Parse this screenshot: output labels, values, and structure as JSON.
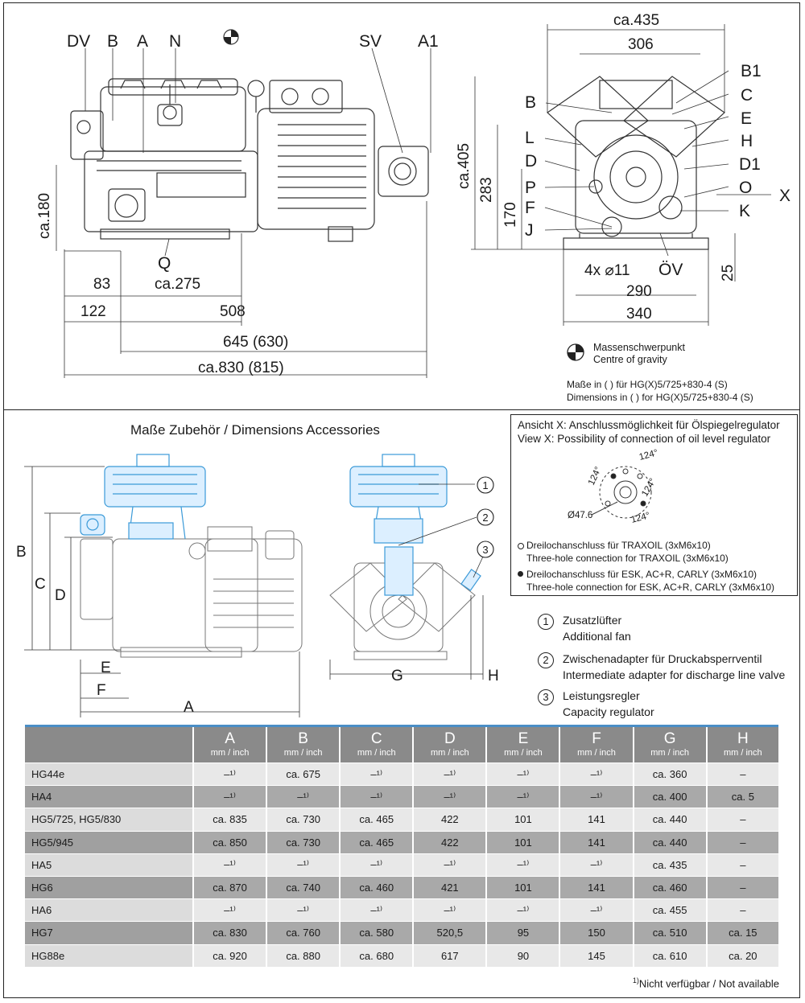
{
  "side_view": {
    "labels": {
      "dv": "DV",
      "b": "B",
      "a": "A",
      "n": "N",
      "sv": "SV",
      "a1": "A1",
      "q": "Q"
    },
    "dims": {
      "ca180": "ca.180",
      "d83": "83",
      "ca275": "ca.275",
      "d122": "122",
      "d508": "508",
      "d645": "645 (630)",
      "ca830": "ca.830 (815)"
    }
  },
  "front_view": {
    "labels": {
      "b1": "B1",
      "b": "B",
      "c": "C",
      "e": "E",
      "l": "L",
      "h": "H",
      "d": "D",
      "d1": "D1",
      "p": "P",
      "o": "O",
      "x": "X",
      "f": "F",
      "k": "K",
      "j": "J",
      "ov": "ÖV"
    },
    "dims": {
      "ca435": "ca.435",
      "d306": "306",
      "ca405": "ca.405",
      "d283": "283",
      "d170": "170",
      "holes": "4x ⌀11",
      "d290": "290",
      "d340": "340",
      "d25": "25"
    }
  },
  "cog_note": {
    "de": "Massenschwerpunkt",
    "en": "Centre of gravity"
  },
  "dim_note": {
    "de": "Maße in ( ) für HG(X)5/725+830-4 (S)",
    "en": "Dimensions in ( ) for HG(X)5/725+830-4 (S)"
  },
  "accessories": {
    "title": "Maße Zubehör / Dimensions Accessories",
    "dim_letters": {
      "a": "A",
      "b": "B",
      "c": "C",
      "d": "D",
      "e": "E",
      "f": "F",
      "g": "G",
      "h": "H"
    },
    "callouts": {
      "c1": "1",
      "c2": "2",
      "c3": "3"
    }
  },
  "view_x": {
    "line1": "Ansicht X: Anschlussmöglichkeit für Ölspiegelregulator",
    "line2": "View X: Possibility of connection of oil level regulator",
    "angle1": "124°",
    "angle2": "124°",
    "angle3": "124°",
    "angle4": "124°",
    "diameter": "Ø47.6",
    "note1_de": "Dreilochanschluss für TRAXOIL (3xM6x10)",
    "note1_en": "Three-hole connection for TRAXOIL (3xM6x10)",
    "note2_de": "Dreilochanschluss für ESK, AC+R, CARLY (3xM6x10)",
    "note2_en": "Three-hole connection for ESK, AC+R, CARLY (3xM6x10)"
  },
  "legend": [
    {
      "num": "1",
      "de": "Zusatzlüfter",
      "en": "Additional fan"
    },
    {
      "num": "2",
      "de": "Zwischenadapter für Druckabsperrventil",
      "en": "Intermediate adapter for discharge line valve"
    },
    {
      "num": "3",
      "de": "Leistungsregler",
      "en": "Capacity regulator"
    }
  ],
  "table": {
    "unit": "mm / inch",
    "columns": [
      "A",
      "B",
      "C",
      "D",
      "E",
      "F",
      "G",
      "H"
    ],
    "rows": [
      {
        "model": "HG44e",
        "cells": [
          "–¹⁾",
          "ca. 675",
          "–¹⁾",
          "–¹⁾",
          "–¹⁾",
          "–¹⁾",
          "ca. 360",
          "–"
        ]
      },
      {
        "model": "HA4",
        "cells": [
          "–¹⁾",
          "–¹⁾",
          "–¹⁾",
          "–¹⁾",
          "–¹⁾",
          "–¹⁾",
          "ca. 400",
          "ca. 5"
        ]
      },
      {
        "model": "HG5/725, HG5/830",
        "cells": [
          "ca. 835",
          "ca. 730",
          "ca. 465",
          "422",
          "101",
          "141",
          "ca. 440",
          "–"
        ]
      },
      {
        "model": "HG5/945",
        "cells": [
          "ca. 850",
          "ca. 730",
          "ca. 465",
          "422",
          "101",
          "141",
          "ca. 440",
          "–"
        ]
      },
      {
        "model": "HA5",
        "cells": [
          "–¹⁾",
          "–¹⁾",
          "–¹⁾",
          "–¹⁾",
          "–¹⁾",
          "–¹⁾",
          "ca. 435",
          "–"
        ]
      },
      {
        "model": "HG6",
        "cells": [
          "ca. 870",
          "ca. 740",
          "ca. 460",
          "421",
          "101",
          "141",
          "ca. 460",
          "–"
        ]
      },
      {
        "model": "HA6",
        "cells": [
          "–¹⁾",
          "–¹⁾",
          "–¹⁾",
          "–¹⁾",
          "–¹⁾",
          "–¹⁾",
          "ca. 455",
          "–"
        ]
      },
      {
        "model": "HG7",
        "cells": [
          "ca. 830",
          "ca. 760",
          "ca. 580",
          "520,5",
          "95",
          "150",
          "ca. 510",
          "ca. 15"
        ]
      },
      {
        "model": "HG88e",
        "cells": [
          "ca. 920",
          "ca. 880",
          "ca. 680",
          "617",
          "90",
          "145",
          "ca. 610",
          "ca. 20"
        ]
      }
    ],
    "footnote_mark": "1)",
    "footnote": "Nicht verfügbar / Not available"
  }
}
